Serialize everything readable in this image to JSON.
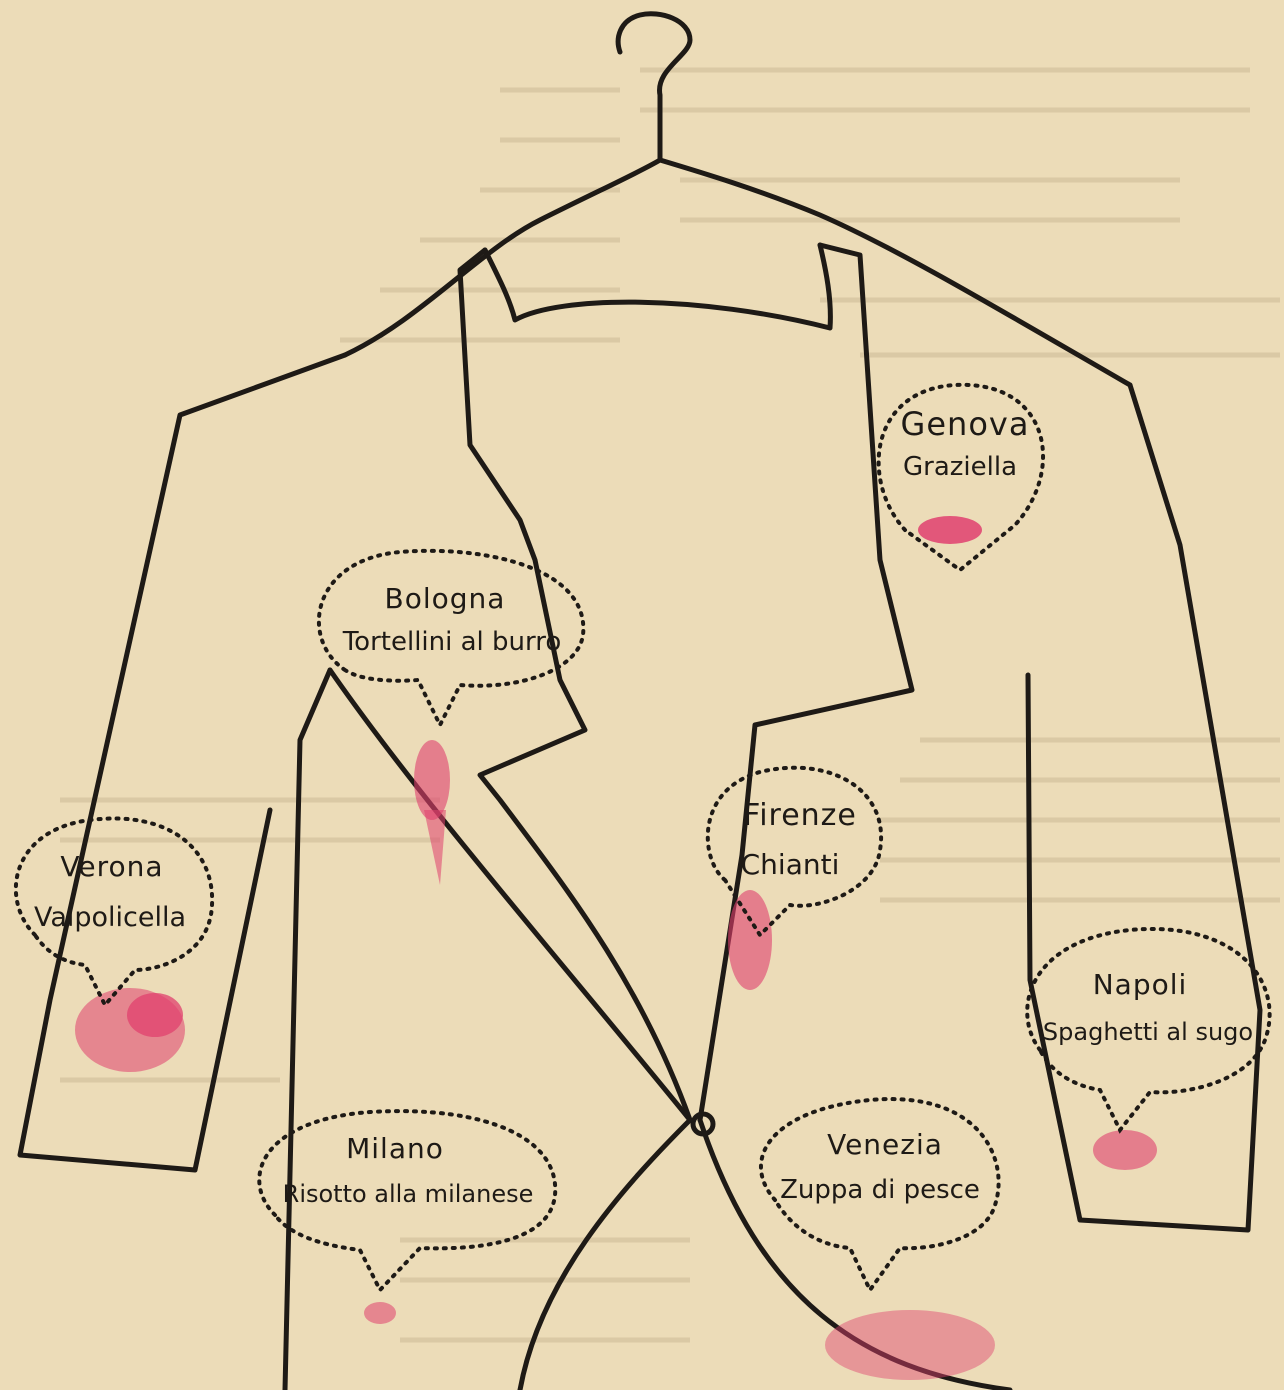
{
  "illustration": {
    "ink_color": "#1e1a16",
    "paper_color": "#ecdcb8",
    "stain_color": "#e0406e"
  },
  "bubbles": {
    "genova": {
      "city": "Genova",
      "item": "Graziella"
    },
    "bologna": {
      "city": "Bologna",
      "item": "Tortellini al burro"
    },
    "firenze": {
      "city": "Firenze",
      "item": "Chianti"
    },
    "verona": {
      "city": "Verona",
      "item": "Valpolicella"
    },
    "napoli": {
      "city": "Napoli",
      "item": "Spaghetti al sugo"
    },
    "milano": {
      "city": "Milano",
      "item": "Risotto alla milanese"
    },
    "venezia": {
      "city": "Venezia",
      "item": "Zuppa di pesce"
    }
  }
}
